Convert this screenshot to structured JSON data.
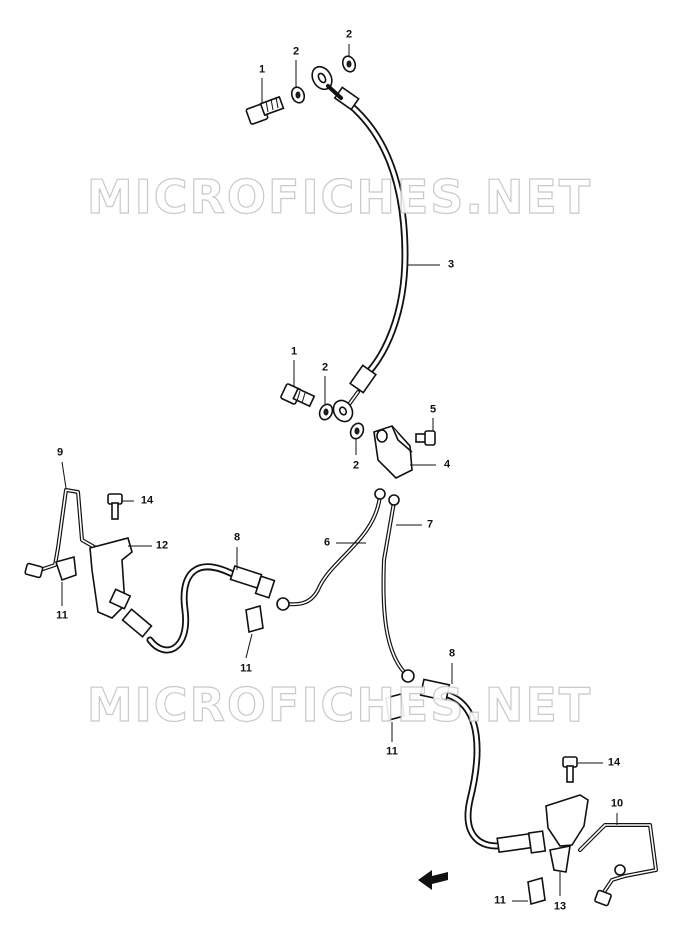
{
  "watermarks": [
    "MICROFICHES.NET",
    "MICROFICHES.NET"
  ],
  "callouts": [
    {
      "id": "c1a",
      "label": "1"
    },
    {
      "id": "c2a",
      "label": "2"
    },
    {
      "id": "c2b",
      "label": "2"
    },
    {
      "id": "c3",
      "label": "3"
    },
    {
      "id": "c1b",
      "label": "1"
    },
    {
      "id": "c2c",
      "label": "2"
    },
    {
      "id": "c5",
      "label": "5"
    },
    {
      "id": "c2d",
      "label": "2"
    },
    {
      "id": "c4",
      "label": "4"
    },
    {
      "id": "c9",
      "label": "9"
    },
    {
      "id": "c14a",
      "label": "14"
    },
    {
      "id": "c12",
      "label": "12"
    },
    {
      "id": "c8a",
      "label": "8"
    },
    {
      "id": "c6",
      "label": "6"
    },
    {
      "id": "c7",
      "label": "7"
    },
    {
      "id": "c11a",
      "label": "11"
    },
    {
      "id": "c11b",
      "label": "11"
    },
    {
      "id": "c8b",
      "label": "8"
    },
    {
      "id": "c11c",
      "label": "11"
    },
    {
      "id": "c14b",
      "label": "14"
    },
    {
      "id": "c10",
      "label": "10"
    },
    {
      "id": "c11d",
      "label": "11"
    },
    {
      "id": "c13",
      "label": "13"
    }
  ]
}
